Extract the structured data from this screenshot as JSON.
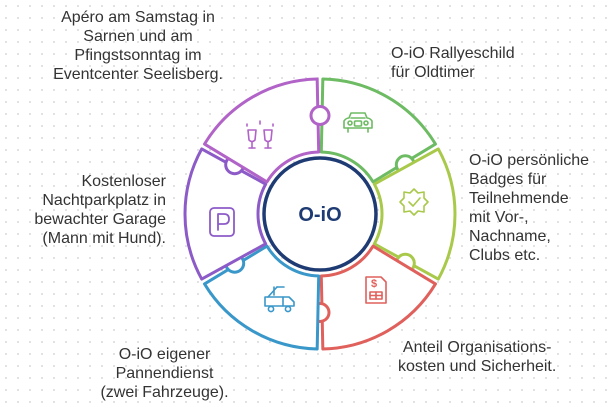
{
  "center": {
    "label": "O-iO",
    "color": "#1f3b73"
  },
  "segments": [
    {
      "icon": "classic-car-icon",
      "color": "#6dbb63",
      "lines": [
        "O-iO Rallyeschild",
        "für Oldtimer"
      ]
    },
    {
      "icon": "badge-check-icon",
      "color": "#a9c94a",
      "lines": [
        "O-iO persönliche",
        "Badges für",
        "Teilnehmende",
        "mit Vor-,",
        "Nachname,",
        "Clubs etc."
      ]
    },
    {
      "icon": "invoice-dollar-icon",
      "color": "#e0605c",
      "lines": [
        "Anteil Organisations-",
        "kosten und Sicherheit."
      ]
    },
    {
      "icon": "tow-truck-icon",
      "color": "#3a97c9",
      "lines": [
        "O-iO eigener",
        "Pannendienst",
        "(zwei Fahrzeuge)."
      ]
    },
    {
      "icon": "parking-icon",
      "color": "#8d5bc8",
      "lines": [
        "Kostenloser",
        "Nachtparkplatz in",
        "bewachter Garage",
        "(Mann mit Hund)."
      ]
    },
    {
      "icon": "champagne-glasses-icon",
      "color": "#b163c8",
      "lines": [
        "Apéro am Samstag in",
        "Sarnen und am",
        "Pfingstsonntag im",
        "Eventcenter Seelisberg."
      ]
    }
  ]
}
